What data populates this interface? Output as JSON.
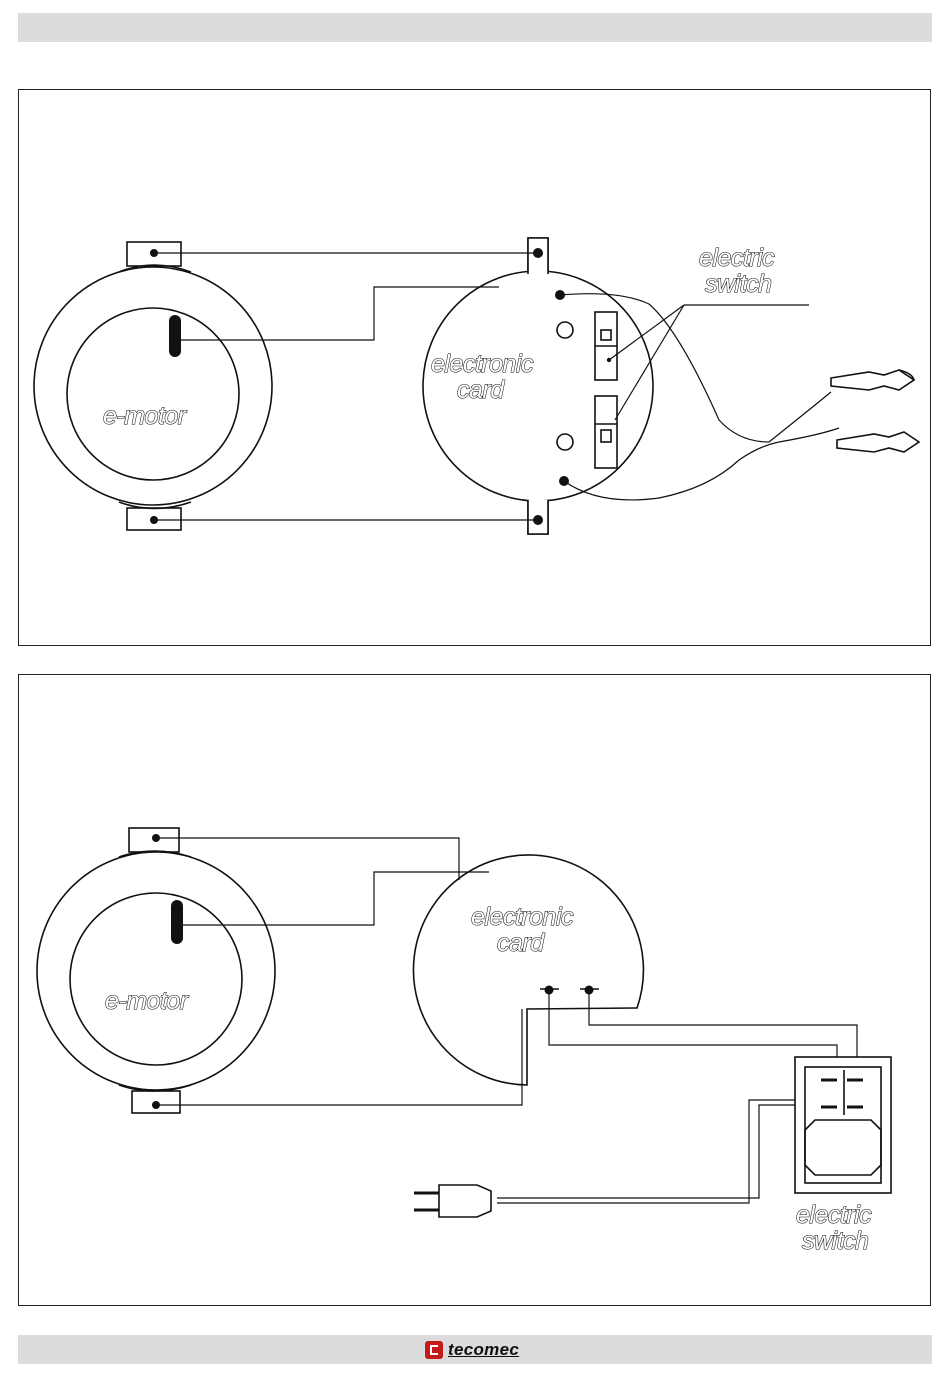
{
  "diagram_1": {
    "motor_label": "e-motor",
    "card_label_line1": "electronic",
    "card_label_line2": "card",
    "switch_label_line1": "electric",
    "switch_label_line2": "switch"
  },
  "diagram_2": {
    "motor_label": "e-motor",
    "card_label_line1": "electronic",
    "card_label_line2": "card",
    "switch_label_line1": "electric",
    "switch_label_line2": "switch"
  },
  "footer": {
    "brand": "tecomec"
  }
}
